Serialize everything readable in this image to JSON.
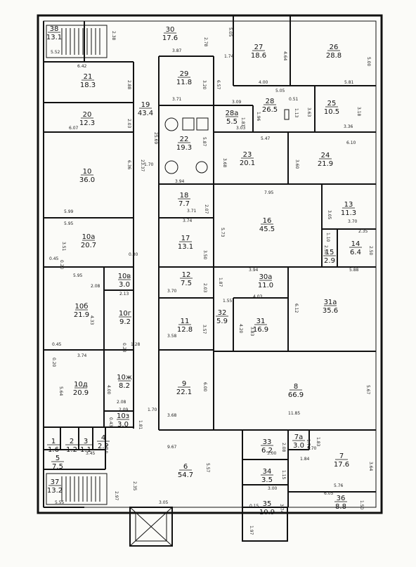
{
  "rooms": [
    {
      "num": "38",
      "area": "13.1"
    },
    {
      "num": "30",
      "area": "17.6"
    },
    {
      "num": "27",
      "area": "18.6"
    },
    {
      "num": "26",
      "area": "28.8"
    },
    {
      "num": "21",
      "area": "18.3"
    },
    {
      "num": "29",
      "area": "11.8"
    },
    {
      "num": "19",
      "area": "43.4"
    },
    {
      "num": "28",
      "area": "26.5"
    },
    {
      "num": "25",
      "area": "10.5"
    },
    {
      "num": "20",
      "area": "12.3"
    },
    {
      "num": "28a",
      "area": "5.5"
    },
    {
      "num": "22",
      "area": "19.3"
    },
    {
      "num": "23",
      "area": "20.1"
    },
    {
      "num": "24",
      "area": "21.9"
    },
    {
      "num": "10",
      "area": "36.0"
    },
    {
      "num": "18",
      "area": "7.7"
    },
    {
      "num": "16",
      "area": "45.5"
    },
    {
      "num": "13",
      "area": "11.3"
    },
    {
      "num": "10a",
      "area": "20.7"
    },
    {
      "num": "17",
      "area": "13.1"
    },
    {
      "num": "14",
      "area": "6.4"
    },
    {
      "num": "15",
      "area": "2.9"
    },
    {
      "num": "10в",
      "area": "3.0"
    },
    {
      "num": "12",
      "area": "7.5"
    },
    {
      "num": "30a",
      "area": "11.0"
    },
    {
      "num": "10б",
      "area": "21.9"
    },
    {
      "num": "10г",
      "area": "9.2"
    },
    {
      "num": "11",
      "area": "12.8"
    },
    {
      "num": "32",
      "area": "5.9"
    },
    {
      "num": "31",
      "area": "16.9"
    },
    {
      "num": "31a",
      "area": "35.6"
    },
    {
      "num": "10д",
      "area": "20.9"
    },
    {
      "num": "10ж",
      "area": "8.2"
    },
    {
      "num": "9",
      "area": "22.1"
    },
    {
      "num": "8",
      "area": "66.9"
    },
    {
      "num": "10з",
      "area": "3.0"
    },
    {
      "num": "33",
      "area": "6.2"
    },
    {
      "num": "7a",
      "area": "3.0"
    },
    {
      "num": "7",
      "area": "17.6"
    },
    {
      "num": "2",
      "area": "1.2"
    },
    {
      "num": "3",
      "area": "1.1"
    },
    {
      "num": "4",
      "area": "2.2"
    },
    {
      "num": "1",
      "area": "1.6"
    },
    {
      "num": "5",
      "area": "7.5"
    },
    {
      "num": "6",
      "area": "54.7"
    },
    {
      "num": "34",
      "area": "3.5"
    },
    {
      "num": "37",
      "area": "13.2"
    },
    {
      "num": "35",
      "area": "10.9"
    },
    {
      "num": "36",
      "area": "8.8"
    }
  ],
  "dimensions": [
    "5.52",
    "2.38",
    "3.87",
    "2.78",
    "5.05",
    "1.74",
    "4.64",
    "5.00",
    "6.42",
    "2.88",
    "3.71",
    "3.20",
    "6.57",
    "4.00",
    "5.05",
    "5.81",
    "3.09",
    "0.51",
    "1.13",
    "3.63",
    "3.18",
    "2.03",
    "25.69",
    "5.87",
    "1.81",
    "1.96",
    "3.03",
    "3.36",
    "6.07",
    "5.47",
    "6.10",
    "6.36",
    "23.37",
    "1.70",
    "3.68",
    "3.60",
    "3.94",
    "7.95",
    "2.07",
    "3.05",
    "3.71",
    "3.74",
    "5.73",
    "3.70",
    "5.99",
    "5.95",
    "2.35",
    "3.51",
    "0.30",
    "3.50",
    "1.10",
    "2.50",
    "2.50",
    "0.45",
    "0.20",
    "5.88",
    "5.95",
    "1.87",
    "3.94",
    "2.08",
    "2.13",
    "3.70",
    "2.03",
    "1.55",
    "4.03",
    "6.12",
    "4.33",
    "3.57",
    "4.20",
    "3.83",
    "0.23",
    "1.28",
    "3.58",
    "0.20",
    "3.74",
    "0.45",
    "6.00",
    "5.67",
    "4.00",
    "5.64",
    "3.68",
    "11.85",
    "2.08",
    "2.09",
    "1.70",
    "0.43",
    "1.81",
    "2.08",
    "1.74",
    "1.83",
    "3.10",
    "9.67",
    "5.57",
    "3.00",
    "1.70",
    "1.84",
    "3.64",
    "3.45",
    "1.15",
    "2.35",
    "5.76",
    "3.00",
    "6.05",
    "2.97",
    "3.05",
    "0.15",
    "3.74",
    "1.50",
    "5.55",
    "1.97"
  ]
}
